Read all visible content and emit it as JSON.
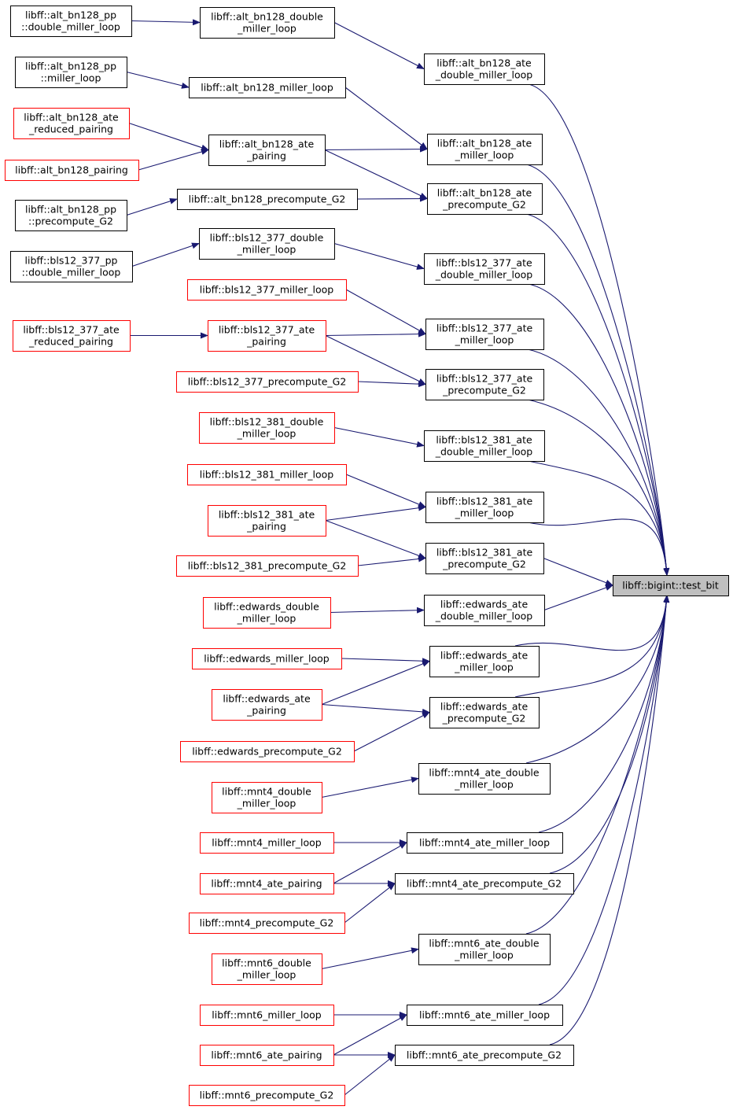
{
  "colors": {
    "edge": "#191970",
    "border_documented": "#000000",
    "border_undocumented": "#ff0000",
    "target_fill": "#bfbfbf",
    "background": "#ffffff"
  },
  "target": {
    "id": "T",
    "lines": [
      "libff::bigint::test_bit"
    ]
  },
  "nodes": [
    {
      "id": "ppdml",
      "lines": [
        "libff::alt_bn128_pp",
        "::double_miller_loop"
      ],
      "documented": true
    },
    {
      "id": "bndml",
      "lines": [
        "libff::alt_bn128_double",
        "_miller_loop"
      ],
      "documented": true
    },
    {
      "id": "bnatedml",
      "lines": [
        "libff::alt_bn128_ate",
        "_double_miller_loop"
      ],
      "documented": true
    },
    {
      "id": "ppml",
      "lines": [
        "libff::alt_bn128_pp",
        "::miller_loop"
      ],
      "documented": true
    },
    {
      "id": "bnml",
      "lines": [
        "libff::alt_bn128_miller_loop"
      ],
      "documented": true
    },
    {
      "id": "bnrp",
      "lines": [
        "libff::alt_bn128_ate",
        "_reduced_pairing"
      ],
      "documented": false
    },
    {
      "id": "bnpair",
      "lines": [
        "libff::alt_bn128_pairing"
      ],
      "documented": false
    },
    {
      "id": "bnap",
      "lines": [
        "libff::alt_bn128_ate",
        "_pairing"
      ],
      "documented": true
    },
    {
      "id": "bnateml",
      "lines": [
        "libff::alt_bn128_ate",
        "_miller_loop"
      ],
      "documented": true
    },
    {
      "id": "ppg2",
      "lines": [
        "libff::alt_bn128_pp",
        "::precompute_G2"
      ],
      "documented": true
    },
    {
      "id": "bnpg2",
      "lines": [
        "libff::alt_bn128_precompute_G2"
      ],
      "documented": true
    },
    {
      "id": "bnatepg2",
      "lines": [
        "libff::alt_bn128_ate",
        "_precompute_G2"
      ],
      "documented": true
    },
    {
      "id": "pp377dml",
      "lines": [
        "libff::bls12_377_pp",
        "::double_miller_loop"
      ],
      "documented": true
    },
    {
      "id": "b377dml",
      "lines": [
        "libff::bls12_377_double",
        "_miller_loop"
      ],
      "documented": true
    },
    {
      "id": "b377atedml",
      "lines": [
        "libff::bls12_377_ate",
        "_double_miller_loop"
      ],
      "documented": true
    },
    {
      "id": "b377ml",
      "lines": [
        "libff::bls12_377_miller_loop"
      ],
      "documented": false
    },
    {
      "id": "b377rp",
      "lines": [
        "libff::bls12_377_ate",
        "_reduced_pairing"
      ],
      "documented": false
    },
    {
      "id": "b377ap",
      "lines": [
        "libff::bls12_377_ate",
        "_pairing"
      ],
      "documented": false
    },
    {
      "id": "b377ateml",
      "lines": [
        "libff::bls12_377_ate",
        "_miller_loop"
      ],
      "documented": true
    },
    {
      "id": "b377pg2",
      "lines": [
        "libff::bls12_377_precompute_G2"
      ],
      "documented": false
    },
    {
      "id": "b377atepg2",
      "lines": [
        "libff::bls12_377_ate",
        "_precompute_G2"
      ],
      "documented": true
    },
    {
      "id": "b381dml",
      "lines": [
        "libff::bls12_381_double",
        "_miller_loop"
      ],
      "documented": false
    },
    {
      "id": "b381atedml",
      "lines": [
        "libff::bls12_381_ate",
        "_double_miller_loop"
      ],
      "documented": true
    },
    {
      "id": "b381ml",
      "lines": [
        "libff::bls12_381_miller_loop"
      ],
      "documented": false
    },
    {
      "id": "b381ap",
      "lines": [
        "libff::bls12_381_ate",
        "_pairing"
      ],
      "documented": false
    },
    {
      "id": "b381ateml",
      "lines": [
        "libff::bls12_381_ate",
        "_miller_loop"
      ],
      "documented": true
    },
    {
      "id": "b381pg2",
      "lines": [
        "libff::bls12_381_precompute_G2"
      ],
      "documented": false
    },
    {
      "id": "b381atepg2",
      "lines": [
        "libff::bls12_381_ate",
        "_precompute_G2"
      ],
      "documented": true
    },
    {
      "id": "eddml",
      "lines": [
        "libff::edwards_double",
        "_miller_loop"
      ],
      "documented": false
    },
    {
      "id": "edatedml",
      "lines": [
        "libff::edwards_ate",
        "_double_miller_loop"
      ],
      "documented": true
    },
    {
      "id": "edml",
      "lines": [
        "libff::edwards_miller_loop"
      ],
      "documented": false
    },
    {
      "id": "edateml",
      "lines": [
        "libff::edwards_ate",
        "_miller_loop"
      ],
      "documented": true
    },
    {
      "id": "edap",
      "lines": [
        "libff::edwards_ate",
        "_pairing"
      ],
      "documented": false
    },
    {
      "id": "edatepg2",
      "lines": [
        "libff::edwards_ate",
        "_precompute_G2"
      ],
      "documented": true
    },
    {
      "id": "edpg2",
      "lines": [
        "libff::edwards_precompute_G2"
      ],
      "documented": false
    },
    {
      "id": "m4atedml",
      "lines": [
        "libff::mnt4_ate_double",
        "_miller_loop"
      ],
      "documented": true
    },
    {
      "id": "m4dml",
      "lines": [
        "libff::mnt4_double",
        "_miller_loop"
      ],
      "documented": false
    },
    {
      "id": "m4ml",
      "lines": [
        "libff::mnt4_miller_loop"
      ],
      "documented": false
    },
    {
      "id": "m4ateml",
      "lines": [
        "libff::mnt4_ate_miller_loop"
      ],
      "documented": true
    },
    {
      "id": "m4ap",
      "lines": [
        "libff::mnt4_ate_pairing"
      ],
      "documented": false
    },
    {
      "id": "m4atepg2",
      "lines": [
        "libff::mnt4_ate_precompute_G2"
      ],
      "documented": true
    },
    {
      "id": "m4pg2",
      "lines": [
        "libff::mnt4_precompute_G2"
      ],
      "documented": false
    },
    {
      "id": "m6atedml",
      "lines": [
        "libff::mnt6_ate_double",
        "_miller_loop"
      ],
      "documented": true
    },
    {
      "id": "m6dml",
      "lines": [
        "libff::mnt6_double",
        "_miller_loop"
      ],
      "documented": false
    },
    {
      "id": "m6ml",
      "lines": [
        "libff::mnt6_miller_loop"
      ],
      "documented": false
    },
    {
      "id": "m6ateml",
      "lines": [
        "libff::mnt6_ate_miller_loop"
      ],
      "documented": true
    },
    {
      "id": "m6ap",
      "lines": [
        "libff::mnt6_ate_pairing"
      ],
      "documented": false
    },
    {
      "id": "m6atepg2",
      "lines": [
        "libff::mnt6_ate_precompute_G2"
      ],
      "documented": true
    },
    {
      "id": "m6pg2",
      "lines": [
        "libff::mnt6_precompute_G2"
      ],
      "documented": false
    }
  ],
  "edges": [
    [
      "ppdml",
      "bndml"
    ],
    [
      "bndml",
      "bnatedml"
    ],
    [
      "bnatedml",
      "T"
    ],
    [
      "ppml",
      "bnml"
    ],
    [
      "bnml",
      "bnateml"
    ],
    [
      "bnrp",
      "bnap"
    ],
    [
      "bnpair",
      "bnap"
    ],
    [
      "bnap",
      "bnateml"
    ],
    [
      "bnap",
      "bnatepg2"
    ],
    [
      "bnateml",
      "T"
    ],
    [
      "ppg2",
      "bnpg2"
    ],
    [
      "bnpg2",
      "bnatepg2"
    ],
    [
      "bnatepg2",
      "T"
    ],
    [
      "pp377dml",
      "b377dml"
    ],
    [
      "b377dml",
      "b377atedml"
    ],
    [
      "b377atedml",
      "T"
    ],
    [
      "b377ml",
      "b377ateml"
    ],
    [
      "b377rp",
      "b377ap"
    ],
    [
      "b377ap",
      "b377ateml"
    ],
    [
      "b377ap",
      "b377atepg2"
    ],
    [
      "b377ateml",
      "T"
    ],
    [
      "b377pg2",
      "b377atepg2"
    ],
    [
      "b377atepg2",
      "T"
    ],
    [
      "b381dml",
      "b381atedml"
    ],
    [
      "b381atedml",
      "T"
    ],
    [
      "b381ml",
      "b381ateml"
    ],
    [
      "b381ap",
      "b381ateml"
    ],
    [
      "b381ap",
      "b381atepg2"
    ],
    [
      "b381ateml",
      "T"
    ],
    [
      "b381pg2",
      "b381atepg2"
    ],
    [
      "b381atepg2",
      "T"
    ],
    [
      "eddml",
      "edatedml"
    ],
    [
      "edatedml",
      "T"
    ],
    [
      "edml",
      "edateml"
    ],
    [
      "edap",
      "edateml"
    ],
    [
      "edap",
      "edatepg2"
    ],
    [
      "edateml",
      "T"
    ],
    [
      "edpg2",
      "edatepg2"
    ],
    [
      "edatepg2",
      "T"
    ],
    [
      "m4dml",
      "m4atedml"
    ],
    [
      "m4atedml",
      "T"
    ],
    [
      "m4ml",
      "m4ateml"
    ],
    [
      "m4ap",
      "m4ateml"
    ],
    [
      "m4ap",
      "m4atepg2"
    ],
    [
      "m4ateml",
      "T"
    ],
    [
      "m4pg2",
      "m4atepg2"
    ],
    [
      "m4atepg2",
      "T"
    ],
    [
      "m6dml",
      "m6atedml"
    ],
    [
      "m6atedml",
      "T"
    ],
    [
      "m6ml",
      "m6ateml"
    ],
    [
      "m6ap",
      "m6ateml"
    ],
    [
      "m6ap",
      "m6atepg2"
    ],
    [
      "m6ateml",
      "T"
    ],
    [
      "m6pg2",
      "m6atepg2"
    ],
    [
      "m6atepg2",
      "T"
    ]
  ]
}
